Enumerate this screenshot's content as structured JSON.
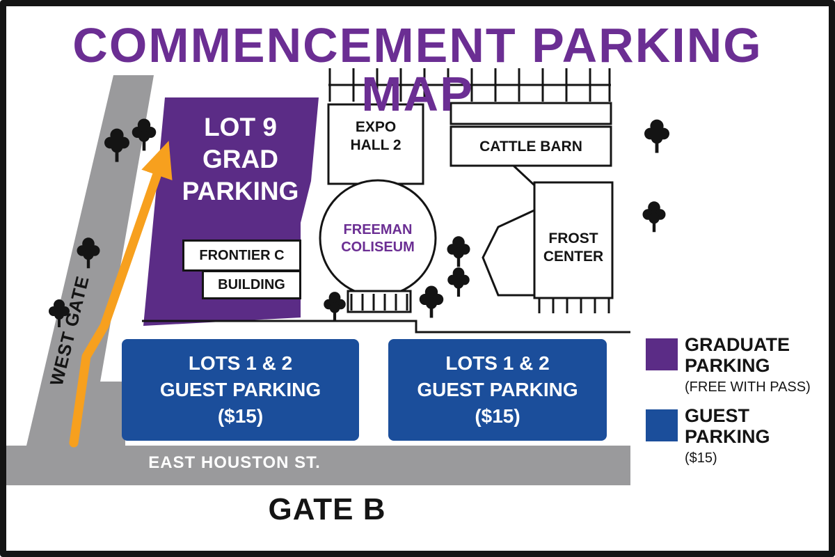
{
  "title": "COMMENCEMENT PARKING MAP",
  "roads": {
    "west_gate": "WEST GATE",
    "east_houston": "EAST HOUSTON ST.",
    "gate_b": "GATE B"
  },
  "areas": {
    "lot9": "LOT 9\nGRAD\nPARKING",
    "guest_lot_west": "LOTS 1 & 2\nGUEST PARKING\n($15)",
    "guest_lot_east": "LOTS 1 & 2\nGUEST PARKING\n($15)"
  },
  "buildings": {
    "expo_hall": "EXPO\nHALL 2",
    "cattle_barn": "CATTLE BARN",
    "freeman_coliseum": "FREEMAN\nCOLISEUM",
    "frost_center": "FROST\nCENTER",
    "frontier_c": "FRONTIER C",
    "building": "BUILDING"
  },
  "legend": {
    "graduate": {
      "label": "GRADUATE\nPARKING",
      "note": "(FREE WITH PASS)",
      "color": "#5B2C86"
    },
    "guest": {
      "label": "GUEST\nPARKING",
      "note": "($15)",
      "color": "#1B4E9B"
    }
  },
  "colors": {
    "title_purple": "#6B2E93",
    "lot_purple": "#5B2C86",
    "guest_blue": "#1B4E9B",
    "route_orange": "#F7A01E",
    "road_gray": "#9A9A9C",
    "outline_black": "#141414"
  }
}
